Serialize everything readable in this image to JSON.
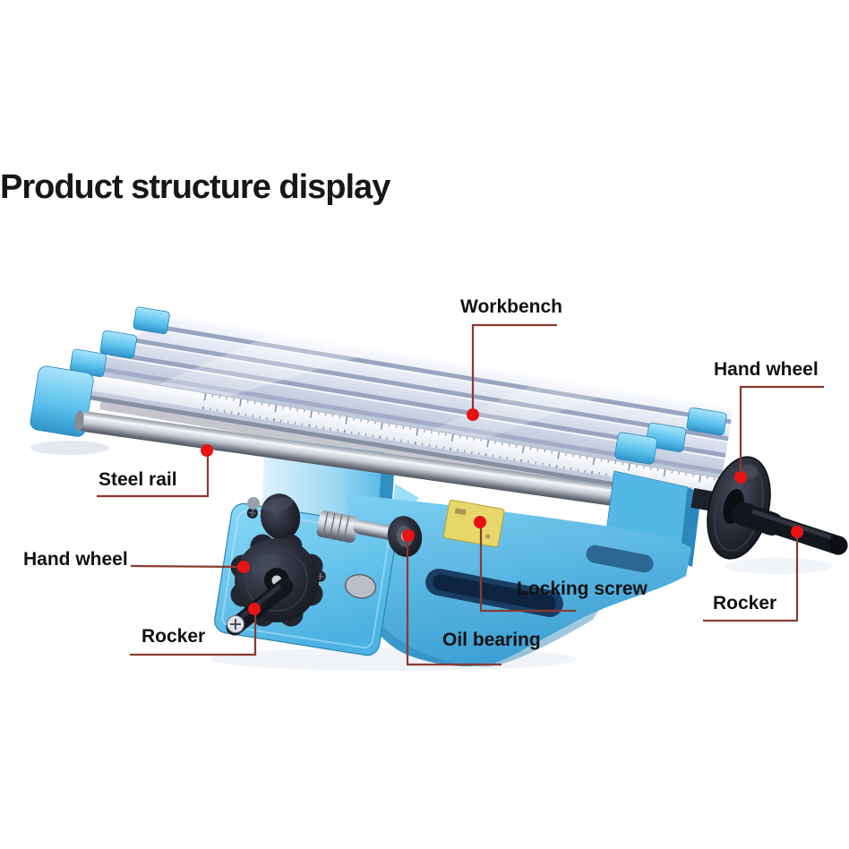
{
  "title": "Product structure display",
  "annotation": {
    "dot_color": "#e81313",
    "line_color": "#8a3a31",
    "label_color": "#111111"
  },
  "labels": [
    {
      "id": "workbench",
      "text": "Workbench"
    },
    {
      "id": "hand-wheel-right",
      "text": "Hand wheel"
    },
    {
      "id": "steel-rail",
      "text": "Steel rail"
    },
    {
      "id": "hand-wheel-left",
      "text": "Hand wheel"
    },
    {
      "id": "rocker-left",
      "text": "Rocker"
    },
    {
      "id": "oil-bearing",
      "text": "Oil bearing"
    },
    {
      "id": "locking-screw",
      "text": "Locking screw"
    },
    {
      "id": "rocker-right",
      "text": "Rocker"
    }
  ],
  "machine": {
    "description": "Multifunction milling machine cross slide worktable",
    "body_color": "#5ec2ec",
    "table_color": "#dde2ee",
    "rail_color": "#c9ced9",
    "wheel_color": "#23262f",
    "tag_color": "#e7d76b"
  }
}
